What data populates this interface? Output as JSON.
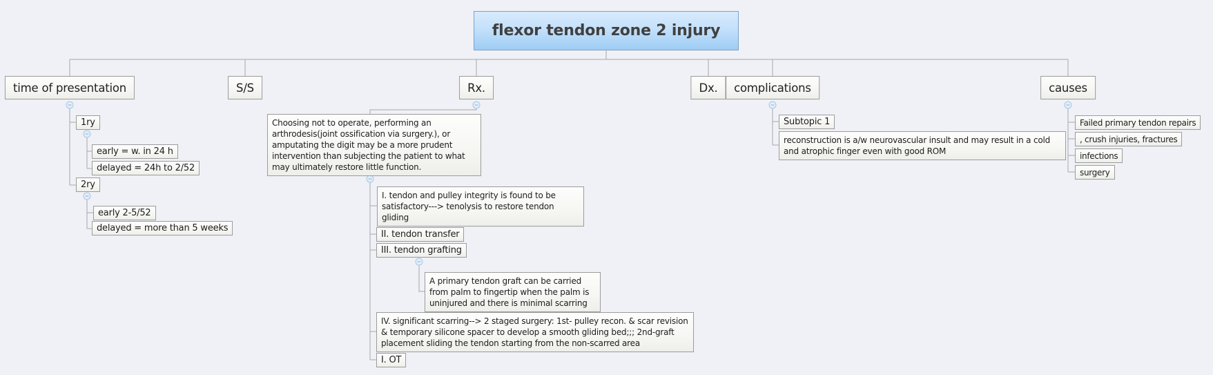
{
  "root": {
    "label": "flexor tendon zone 2 injury"
  },
  "colors": {
    "canvas_background": "#eff1f6",
    "root_fill_top": "#d8ebfd",
    "root_fill_bottom": "#9ecdf5",
    "root_border": "#7ba2c9",
    "node_border": "#9b9b9b",
    "connector_line": "#a6a6a6",
    "toggle_fill": "#e3eefa",
    "toggle_border": "#a9c6e2"
  },
  "icons": {
    "collapse_toggle": "minus-in-circle"
  },
  "branches": {
    "time_of_presentation": {
      "label": "time of presentation",
      "primary": {
        "label": "1ry",
        "early": "early = w. in 24 h",
        "delayed": "delayed = 24h to 2/52"
      },
      "secondary": {
        "label": "2ry",
        "early": "early 2-5/52",
        "delayed": "delayed = more than 5 weeks"
      }
    },
    "ss": {
      "label": "S/S"
    },
    "rx": {
      "label": "Rx.",
      "note": "Choosing not to operate, performing an arthrodesis(joint ossification via surgery.), or amputating the digit may be a more prudent intervention than subjecting the patient to what may ultimately restore little function.",
      "options": {
        "one": "I. tendon and pulley integrity is found to be satisfactory---> tenolysis to restore tendon gliding",
        "two": "II. tendon transfer",
        "three": "III. tendon grafting",
        "three_note": "A primary tendon graft can be carried from palm to fingertip when the palm is uninjured and there is minimal scarring",
        "four": "IV. significant scarring--> 2 staged surgery: 1st- pulley recon. & scar revision & temporary silicone spacer to develop a smooth gliding bed;;; 2nd-graft placement sliding the tendon starting from the non-scarred area",
        "ot": "I. OT"
      }
    },
    "dx": {
      "label": "Dx."
    },
    "complications": {
      "label": "complications",
      "subtopic": "Subtopic 1",
      "note": "reconstruction is a/w neurovascular insult and may result in a cold and atrophic finger even with good ROM"
    },
    "causes": {
      "label": "causes",
      "items": [
        "Failed primary tendon repairs",
        ", crush injuries, fractures",
        "infections",
        "surgery"
      ]
    }
  }
}
